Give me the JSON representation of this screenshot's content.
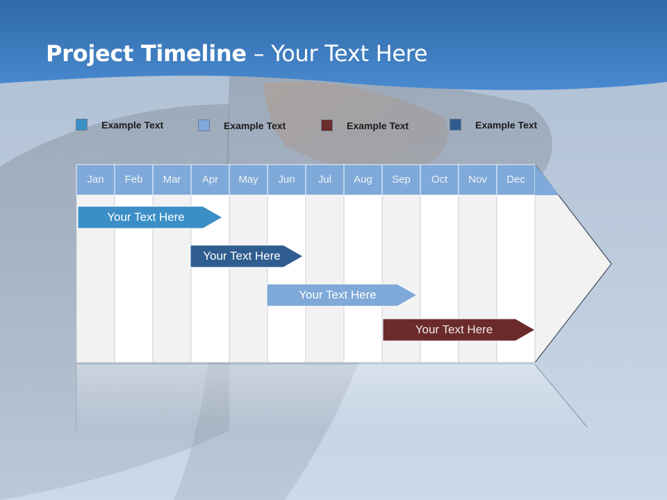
{
  "slide": {
    "title_bold": "Project Timeline",
    "title_rest": " – Your Text Here"
  },
  "legend": [
    {
      "label": "Example Text",
      "color": "#3b8fc6"
    },
    {
      "label": "Example Text",
      "color": "#7ea9d8"
    },
    {
      "label": "Example Text",
      "color": "#6b2b2b"
    },
    {
      "label": "Example Text",
      "color": "#2f5d8f"
    }
  ],
  "timeline": {
    "months": [
      "Jan",
      "Feb",
      "Mar",
      "Apr",
      "May",
      "Jun",
      "Jul",
      "Aug",
      "Sep",
      "Oct",
      "Nov",
      "Dec"
    ],
    "header_color": "#7ea9d8",
    "bars": [
      {
        "label": "Your  Text Here",
        "color": "#3b8fc6"
      },
      {
        "label": "Your  Text Here",
        "color": "#2f5d8f"
      },
      {
        "label": "Your  Text Here",
        "color": "#7ea9d8"
      },
      {
        "label": "Your  Text Here",
        "color": "#6b2b2b"
      }
    ]
  },
  "colors": {
    "header_blue": "#3a7cc0",
    "grid_light": "#f2f2f2",
    "grid_white": "#ffffff"
  }
}
